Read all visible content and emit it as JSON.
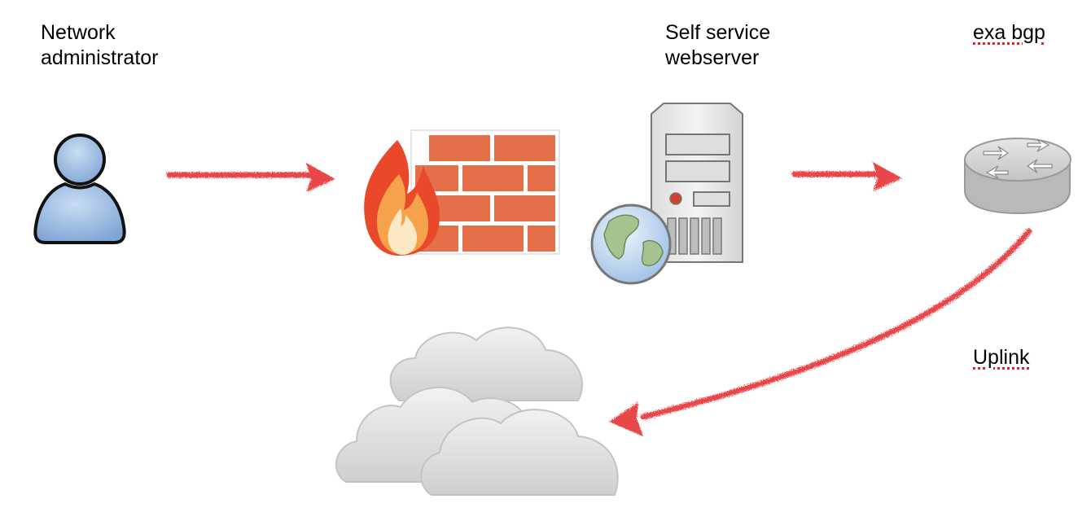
{
  "labels": {
    "admin": [
      "Network",
      "administrator"
    ],
    "webserver": [
      "Self service",
      "webserver"
    ],
    "bgp": "exa bgp",
    "uplink": "Uplink"
  },
  "icons": {
    "admin": "user-icon",
    "firewall": "firewall-icon",
    "webserver": "server-globe-icon",
    "router": "router-icon",
    "internet": "cloud-icon"
  },
  "colors": {
    "arrow": "#e8474a",
    "brick": "#e4704a",
    "user_fill": "#9fc0e6",
    "cloud_fill": "#dcdcdc",
    "router_fill": "#d0d0d0"
  }
}
